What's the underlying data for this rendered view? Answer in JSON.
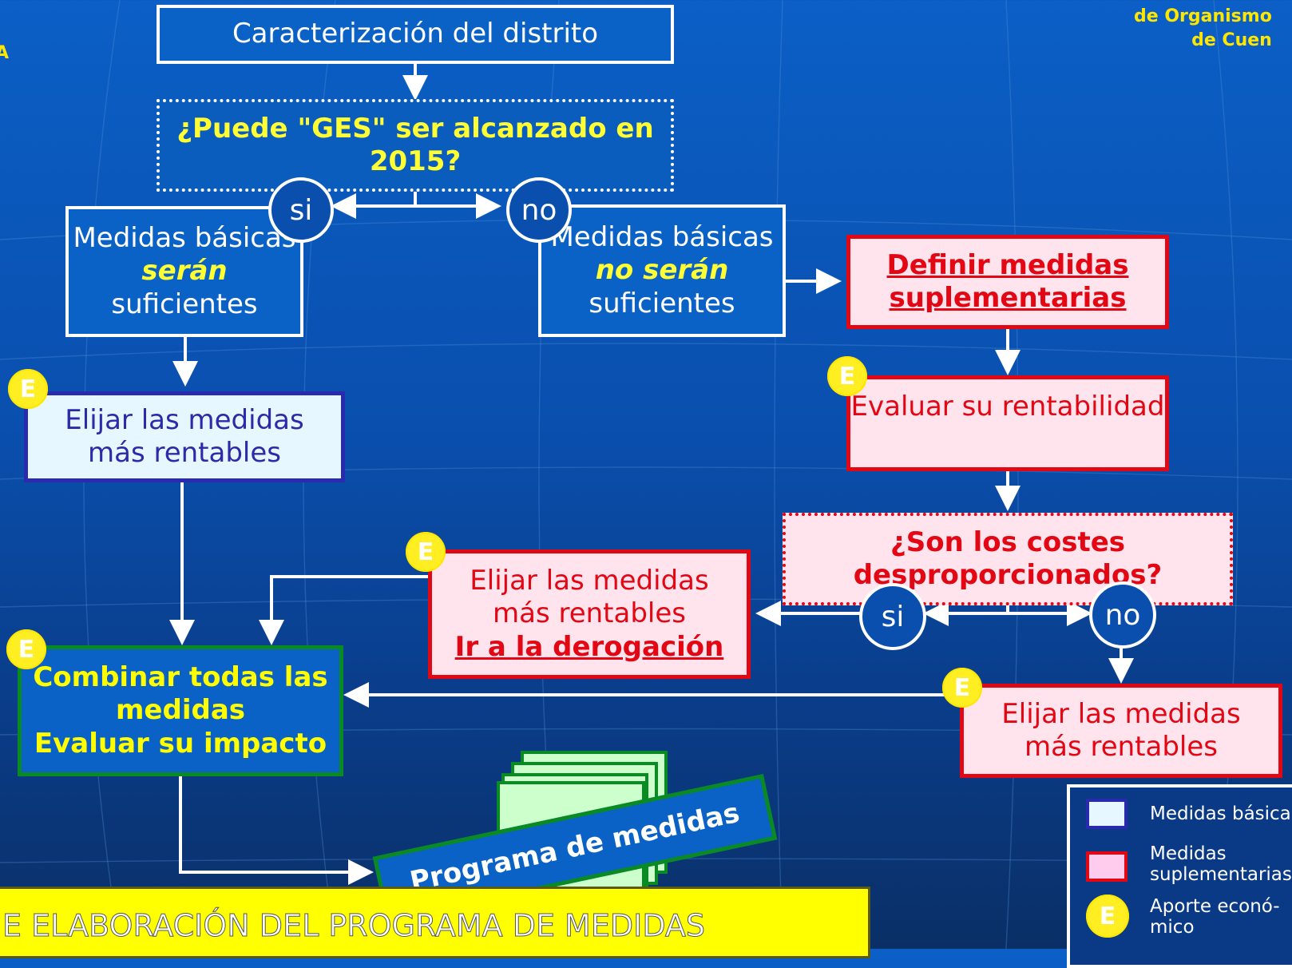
{
  "header": {
    "corner_line1": "de Organismo",
    "corner_line2": "de Cuen",
    "left_edge_glyph": "A"
  },
  "boxes": {
    "caracterizacion": "Caracterización del distrito",
    "ges_question": "¿Puede \"GES\" ser alcanzado en 2015?",
    "basic_yes": {
      "line1": "Medidas básicas",
      "line2": "serán",
      "line3": "suficientes"
    },
    "basic_no": {
      "line1": "Medidas básicas",
      "line2": "no serán",
      "line3": "suficientes"
    },
    "define_supplementary": "Definir medidas suplementarias",
    "evaluate_cost": "Evaluar su rentabilidad",
    "cost_question": "¿Son los costes desproporcionados?",
    "choose_left": "Elijar las medidas más rentables",
    "choose_middle": {
      "line1": "Elijar las medidas más rentables",
      "line2": "Ir a la derogación"
    },
    "choose_right": "Elijar las medidas más rentables",
    "combine": {
      "line1": "Combinar todas las medidas",
      "line2": "Evaluar su impacto"
    },
    "programa": "Programa de medidas"
  },
  "decisions": {
    "si_top": "si",
    "no_top": "no",
    "si_bottom": "si",
    "no_bottom": "no"
  },
  "badge_letter": "E",
  "legend": {
    "basic": "Medidas básicas",
    "supplementary": "Medidas suplementarias",
    "economic": "Aporte económico",
    "economic_split": "Aporte econó-\nmico"
  },
  "footer": {
    "text": "E ELABORACIÓN  DEL PROGRAMA DE MEDIDAS"
  },
  "colors": {
    "background": "#0a4fae",
    "supplementary_border": "#e30613",
    "basic_border": "#2a2ab0",
    "combine_border": "#0a8a22",
    "highlight_text": "#ffff33"
  }
}
